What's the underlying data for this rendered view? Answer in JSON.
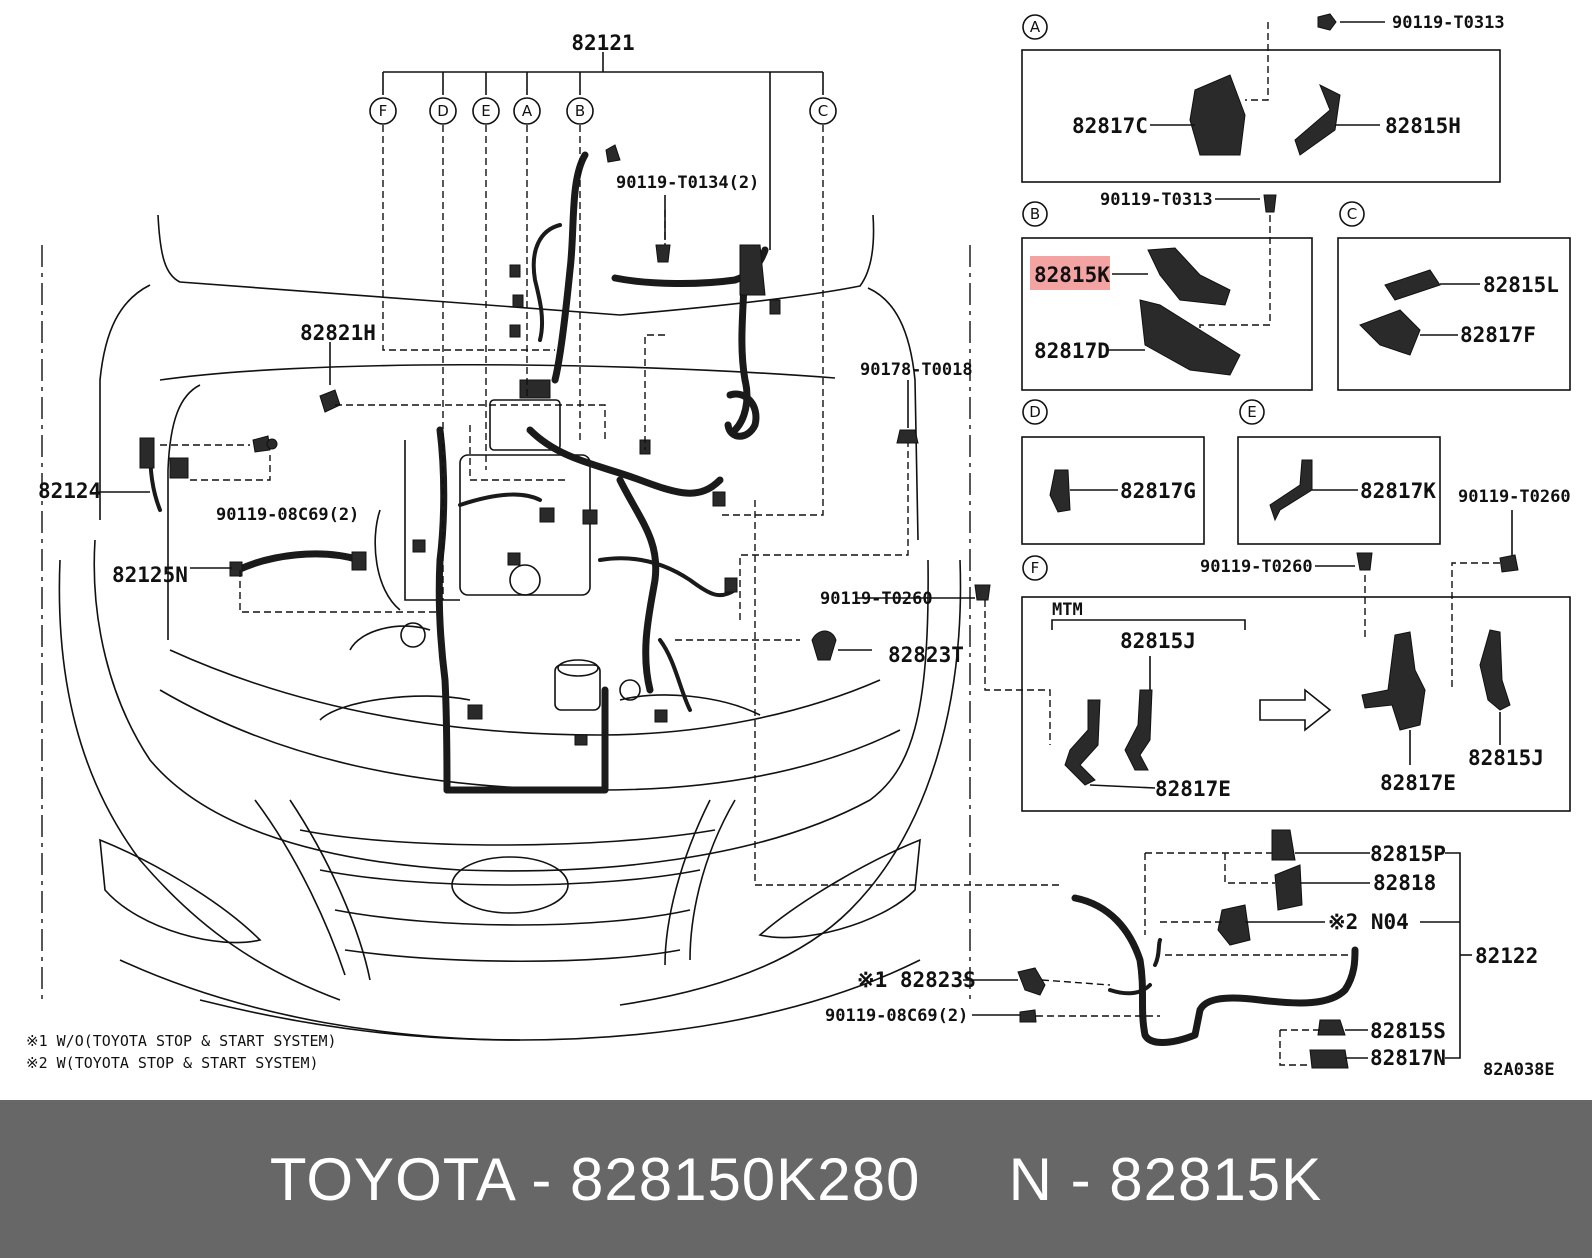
{
  "diagram": {
    "labels": {
      "l82121": "82121",
      "l90119_T0134": "90119-T0134(2)",
      "l82821H": "82821H",
      "l90178_T0018": "90178-T0018",
      "l82124": "82124",
      "l90119_08C69a": "90119-08C69(2)",
      "l82125N": "82125N",
      "l90119_T0260a": "90119-T0260",
      "l82823T": "82823T",
      "l90119_T0313a": "90119-T0313",
      "l82817C": "82817C",
      "l82815H": "82815H",
      "l90119_T0313b": "90119-T0313",
      "l82815K": "82815K",
      "l82817D": "82817D",
      "l82815L": "82815L",
      "l82817F": "82817F",
      "l82817G": "82817G",
      "l82817K": "82817K",
      "l90119_T0260b": "90119-T0260",
      "l90119_T0260c": "90119-T0260",
      "lMTM": "MTM",
      "l82815J_a": "82815J",
      "l82817E_a": "82817E",
      "l82817E_b": "82817E",
      "l82815J_b": "82815J",
      "l82815P": "82815P",
      "l82818": "82818",
      "lN04": "※2 N04",
      "l82122": "82122",
      "l82823S": "※1 82823S",
      "l90119_08C69b": "90119-08C69(2)",
      "l82815S": "82815S",
      "l82817N": "82817N",
      "diagram_code": "82A038E"
    },
    "circle_letters": {
      "top_F": "F",
      "top_D": "D",
      "top_E": "E",
      "top_A": "A",
      "top_B": "B",
      "top_C": "C",
      "box_A": "A",
      "box_B": "B",
      "box_C": "C",
      "box_D": "D",
      "box_E": "E",
      "box_F": "F"
    },
    "notes": {
      "note1": "※1 W/O(TOYOTA STOP & START SYSTEM)",
      "note2": "※2 W(TOYOTA STOP & START SYSTEM)"
    },
    "highlight_color": "#f4a3a3"
  },
  "footer": {
    "text": "TOYOTA - 828150K280     N - 82815K"
  }
}
